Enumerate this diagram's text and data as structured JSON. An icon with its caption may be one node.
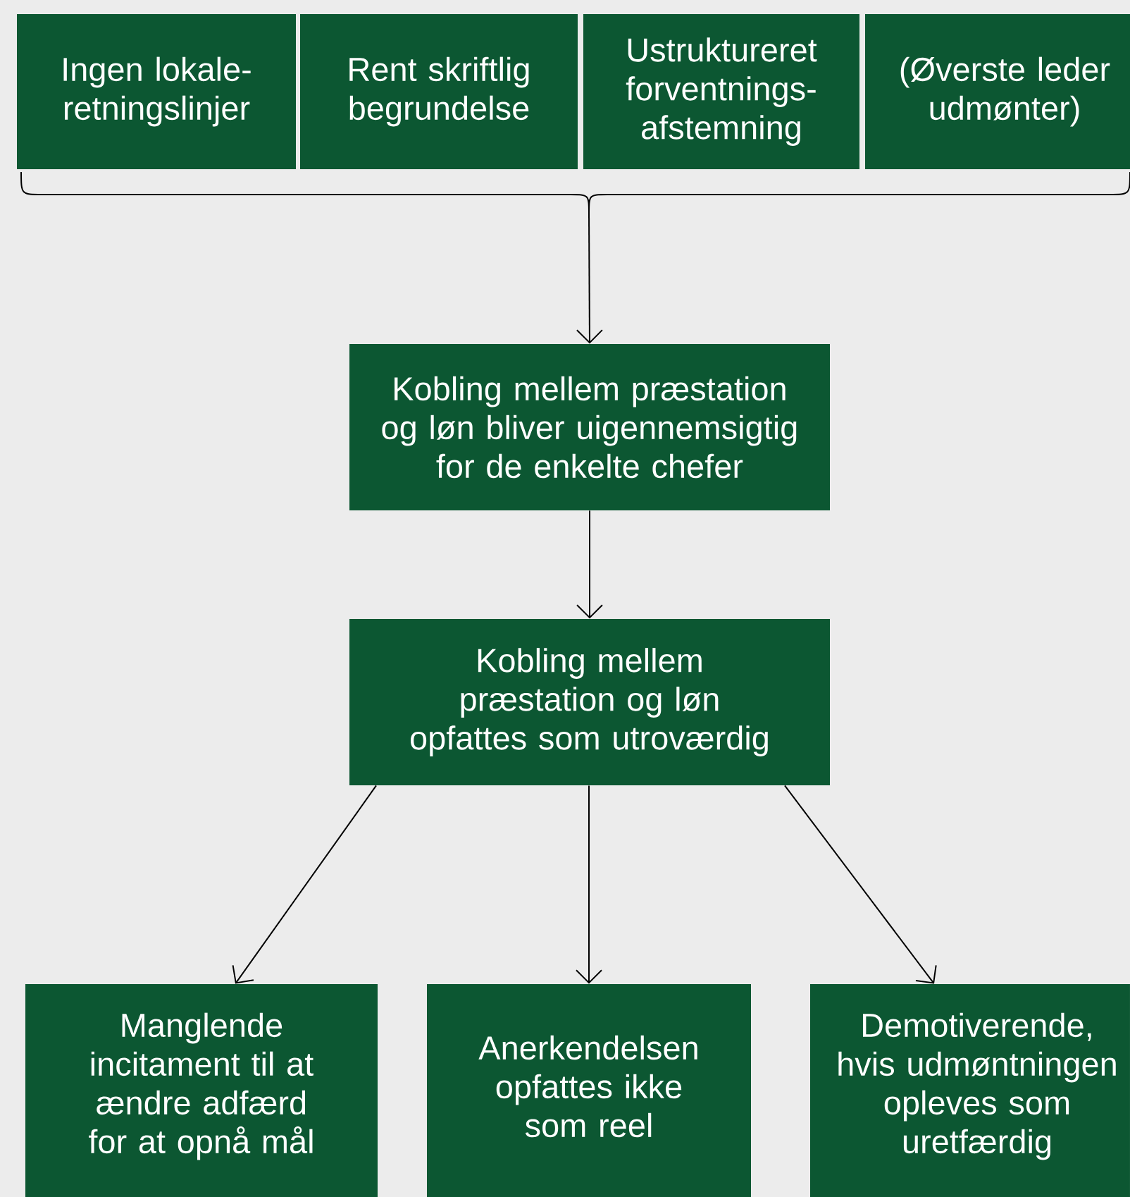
{
  "diagram": {
    "nodes": [
      {
        "text": [
          "Ingen lokale-retningslinjer"
        ]
      },
      {
        "text": [
          "Rent skriftlig begrundelse"
        ]
      },
      {
        "text": [
          "Ustruktureret forventnings-afstemning"
        ]
      },
      {
        "text": [
          "(Øverste leder udmønter)"
        ]
      },
      {
        "text": [],
        "shape": "bracket"
      },
      {
        "text": [
          "Kobling mellem præstation og løn bliver uigennemsigtig for de enkelte chefer"
        ]
      },
      {
        "text": [
          "Kobling mellem præstation og løn opfattes som utroværdig"
        ]
      },
      {
        "text": [
          "Manglende incitament til at ændre adfærd for at opnå mål"
        ]
      },
      {
        "text": [
          "Anerkendelsen opfattes ikke som reel"
        ]
      },
      {
        "text": [
          "Demotiverende, hvis udmøntningen opleves som uretfærdig"
        ]
      }
    ],
    "edges": [
      {
        "from": 4,
        "to": 5,
        "arrow": "to"
      },
      {
        "from": 5,
        "to": 6,
        "arrow": "to"
      },
      {
        "from": 6,
        "to": 7,
        "arrow": "to"
      },
      {
        "from": 6,
        "to": 8,
        "arrow": "to"
      },
      {
        "from": 6,
        "to": 9,
        "arrow": "to"
      }
    ]
  }
}
